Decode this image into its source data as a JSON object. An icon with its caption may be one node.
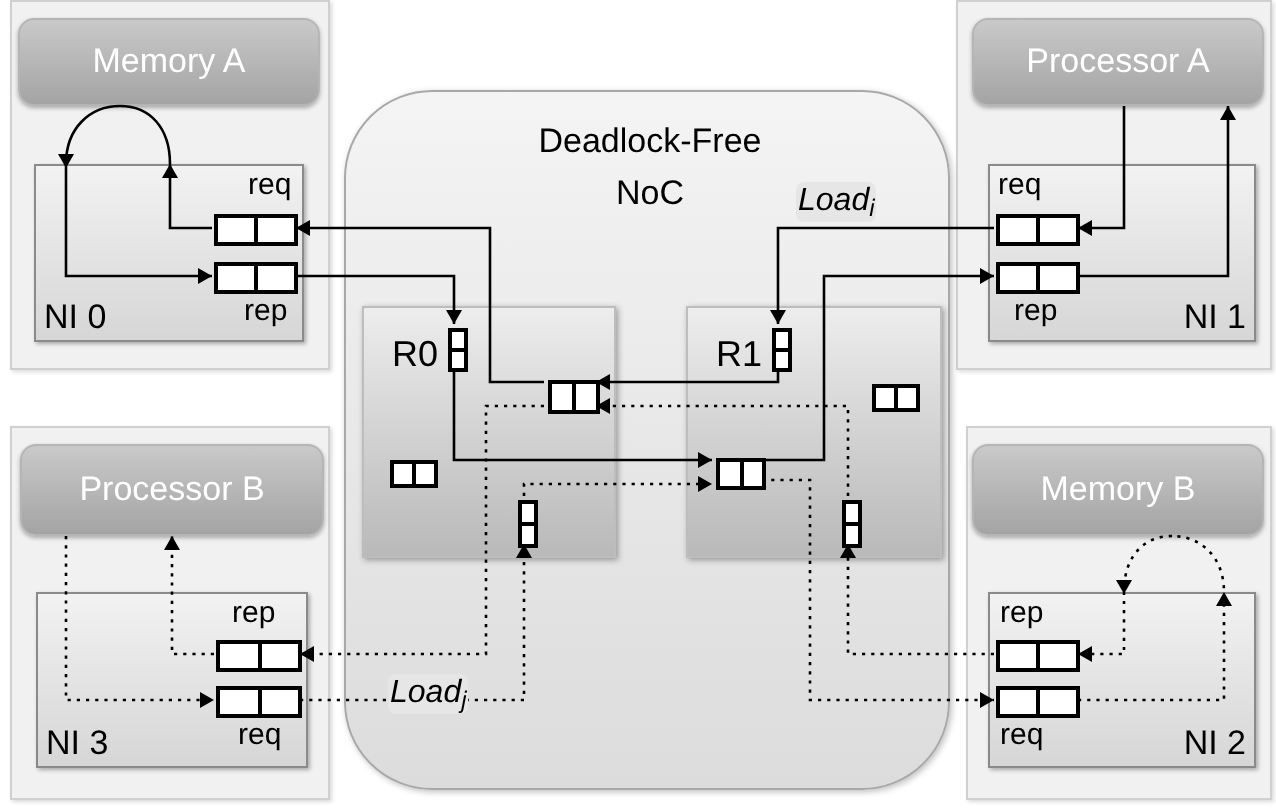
{
  "diagram": {
    "nodes": [
      {
        "text": [
          "Memory A"
        ]
      },
      {
        "text": [
          "NI 0"
        ]
      },
      {
        "text": [],
        "shape": "box",
        "beside": [
          "req"
        ],
        "in": 1
      },
      {
        "text": [],
        "shape": "box",
        "beside": [
          "rep"
        ],
        "in": 1
      },
      {
        "text": [
          "Processor A"
        ]
      },
      {
        "text": [
          "NI 1"
        ]
      },
      {
        "text": [],
        "shape": "box",
        "beside": [
          "req"
        ],
        "in": 5
      },
      {
        "text": [],
        "shape": "box",
        "beside": [
          "rep"
        ],
        "in": 5
      },
      {
        "text": [
          "Deadlock-Free NoC"
        ]
      },
      {
        "text": [
          "R0"
        ],
        "in": 8
      },
      {
        "text": [],
        "shape": "box",
        "in": 9
      },
      {
        "text": [],
        "shape": "box",
        "in": 9
      },
      {
        "text": [],
        "shape": "box",
        "in": 9
      },
      {
        "text": [],
        "shape": "box",
        "in": 9
      },
      {
        "text": [
          "R1"
        ],
        "in": 8
      },
      {
        "text": [],
        "shape": "box",
        "in": 14
      },
      {
        "text": [],
        "shape": "box",
        "in": 14
      },
      {
        "text": [],
        "shape": "box",
        "in": 14
      },
      {
        "text": [],
        "shape": "box",
        "in": 14
      },
      {
        "text": [
          "Processor B"
        ]
      },
      {
        "text": [
          "NI 3"
        ]
      },
      {
        "text": [],
        "shape": "box",
        "beside": [
          "rep"
        ],
        "in": 20
      },
      {
        "text": [],
        "shape": "box",
        "beside": [
          "req"
        ],
        "in": 20
      },
      {
        "text": [
          "Memory B"
        ]
      },
      {
        "text": [
          "NI 2"
        ]
      },
      {
        "text": [],
        "shape": "box",
        "beside": [
          "rep"
        ],
        "in": 24
      },
      {
        "text": [],
        "shape": "box",
        "beside": [
          "req"
        ],
        "in": 24
      }
    ],
    "edges": [
      {
        "from": 2,
        "to": 0,
        "arrow": "to"
      },
      {
        "from": 0,
        "to": 3,
        "arrow": "to"
      },
      {
        "from": 3,
        "to": 10,
        "arrow": "to"
      },
      {
        "from": 11,
        "to": 2,
        "arrow": "to"
      },
      {
        "from": 15,
        "to": 11,
        "arrow": "to"
      },
      {
        "from": 4,
        "to": 6,
        "arrow": "to"
      },
      {
        "from": 6,
        "to": 15,
        "arrow": "to",
        "label": "Load$_{i}$"
      },
      {
        "from": 7,
        "to": 4,
        "arrow": "to"
      },
      {
        "from": 10,
        "to": 17,
        "arrow": "to"
      },
      {
        "from": 17,
        "to": 7,
        "arrow": "to"
      },
      {
        "from": 19,
        "to": 22,
        "arrow": "to",
        "style": "dashed"
      },
      {
        "from": 21,
        "to": 19,
        "arrow": "to",
        "style": "dashed"
      },
      {
        "from": 22,
        "to": 13,
        "arrow": "to",
        "style": "dashed",
        "label": "Load$_{j}$"
      },
      {
        "from": 18,
        "to": 11,
        "arrow": "to",
        "style": "dashed"
      },
      {
        "from": 11,
        "to": 21,
        "arrow": "to",
        "style": "dashed"
      },
      {
        "from": 13,
        "to": 17,
        "arrow": "to",
        "style": "dashed"
      },
      {
        "from": 17,
        "to": 26,
        "arrow": "to",
        "style": "dashed"
      },
      {
        "from": 26,
        "to": 23,
        "arrow": "to",
        "style": "dashed"
      },
      {
        "from": 23,
        "to": 25,
        "arrow": "to",
        "style": "dashed"
      },
      {
        "from": 25,
        "to": 18,
        "arrow": "to",
        "style": "dashed"
      }
    ]
  }
}
